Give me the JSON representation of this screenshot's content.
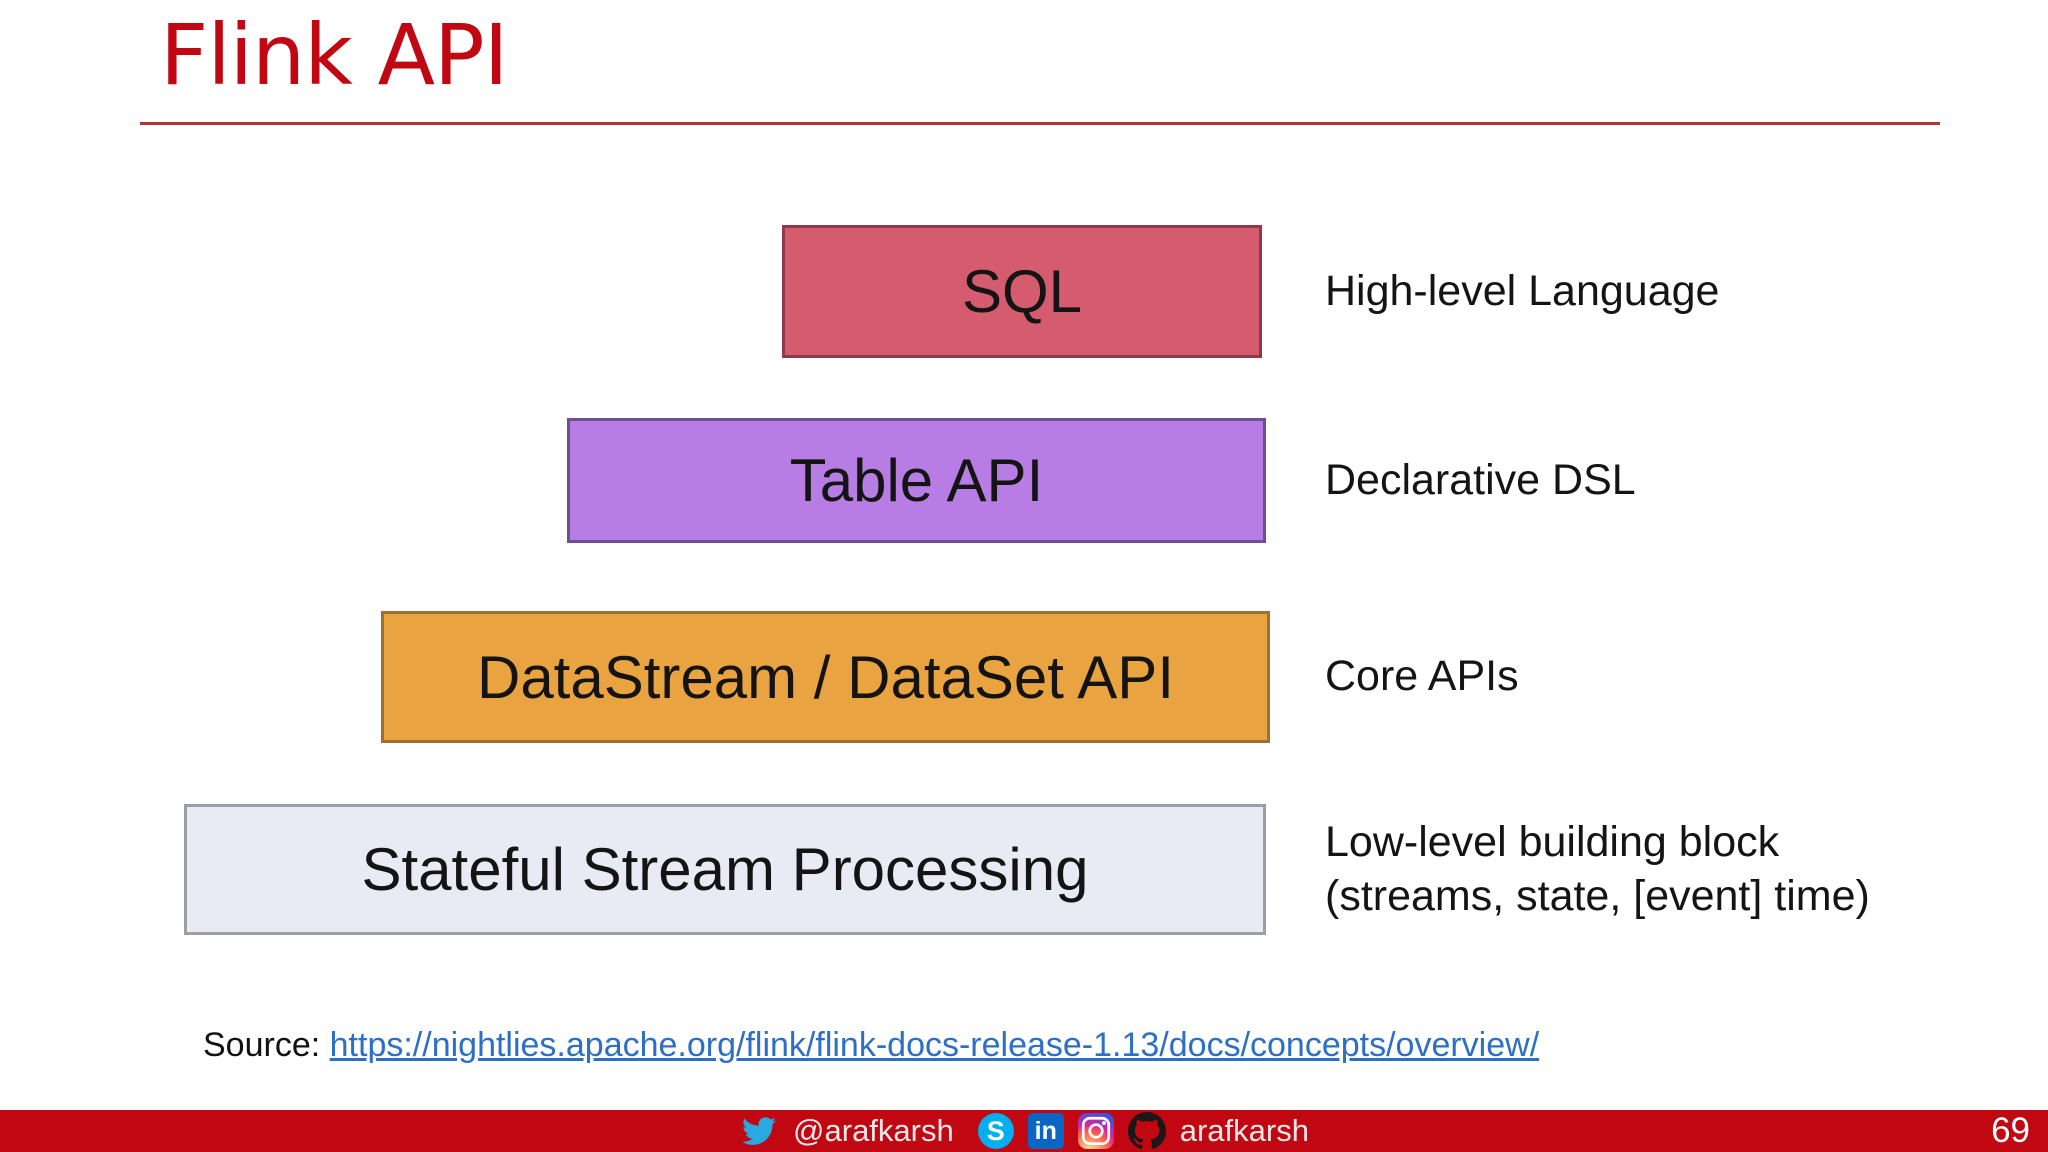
{
  "title": {
    "text": "Flink API",
    "style": "color:#c00712"
  },
  "colors": {
    "accent_red": "#c00712",
    "rule_red": "#b23338",
    "link_blue": "#2d6fc4"
  },
  "layers": [
    {
      "label": "SQL",
      "annotation": "High-level Language",
      "style": "background:#d45c6e;border-color:#8f3949"
    },
    {
      "label": "Table API",
      "annotation": "Declarative DSL",
      "style": "background:#b77de5;border-color:#6f4f93"
    },
    {
      "label": "DataStream / DataSet API",
      "annotation": "Core APIs",
      "style": "background:#e9a441;border-color:#9b7331"
    },
    {
      "label": "Stateful Stream Processing",
      "annotation": "Low-level building block",
      "annotation2": "(streams, state, [event] time)",
      "style": "background:#e9ebf4;border-color:#9d9da3"
    }
  ],
  "source": {
    "prefix": "Source:",
    "link": "https://nightlies.apache.org/flink/flink-docs-release-1.13/docs/concepts/overview/"
  },
  "footer": {
    "style": "background:#c00712",
    "twitter_handle": "@arafkarsh",
    "github_handle": "arafkarsh",
    "page_number": "69",
    "icons": {
      "skype_letter": "S",
      "linkedin_letter": "in"
    }
  }
}
